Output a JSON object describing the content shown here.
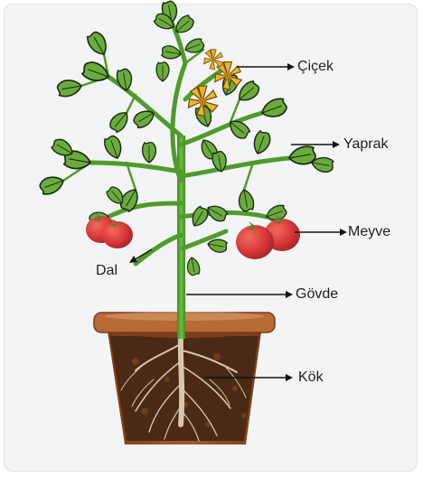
{
  "labels": {
    "flower": "Çiçek",
    "leaf": "Yaprak",
    "fruit": "Meyve",
    "branch": "Dal",
    "stem": "Gövde",
    "root": "Kök"
  },
  "colors": {
    "background": "#f3f4f5",
    "leaf": "#6aac3c",
    "leaf_outline": "#1d2a17",
    "stem": "#4f9b2c",
    "flower": "#f0b42a",
    "fruit": "#d8393b",
    "pot": "#a05227",
    "soil": "#4a2a14",
    "root": "#d9c6ad",
    "arrow": "#111111"
  },
  "icons": [
    "tomato-plant-illustration",
    "flowerpot-illustration",
    "arrow-icon"
  ]
}
